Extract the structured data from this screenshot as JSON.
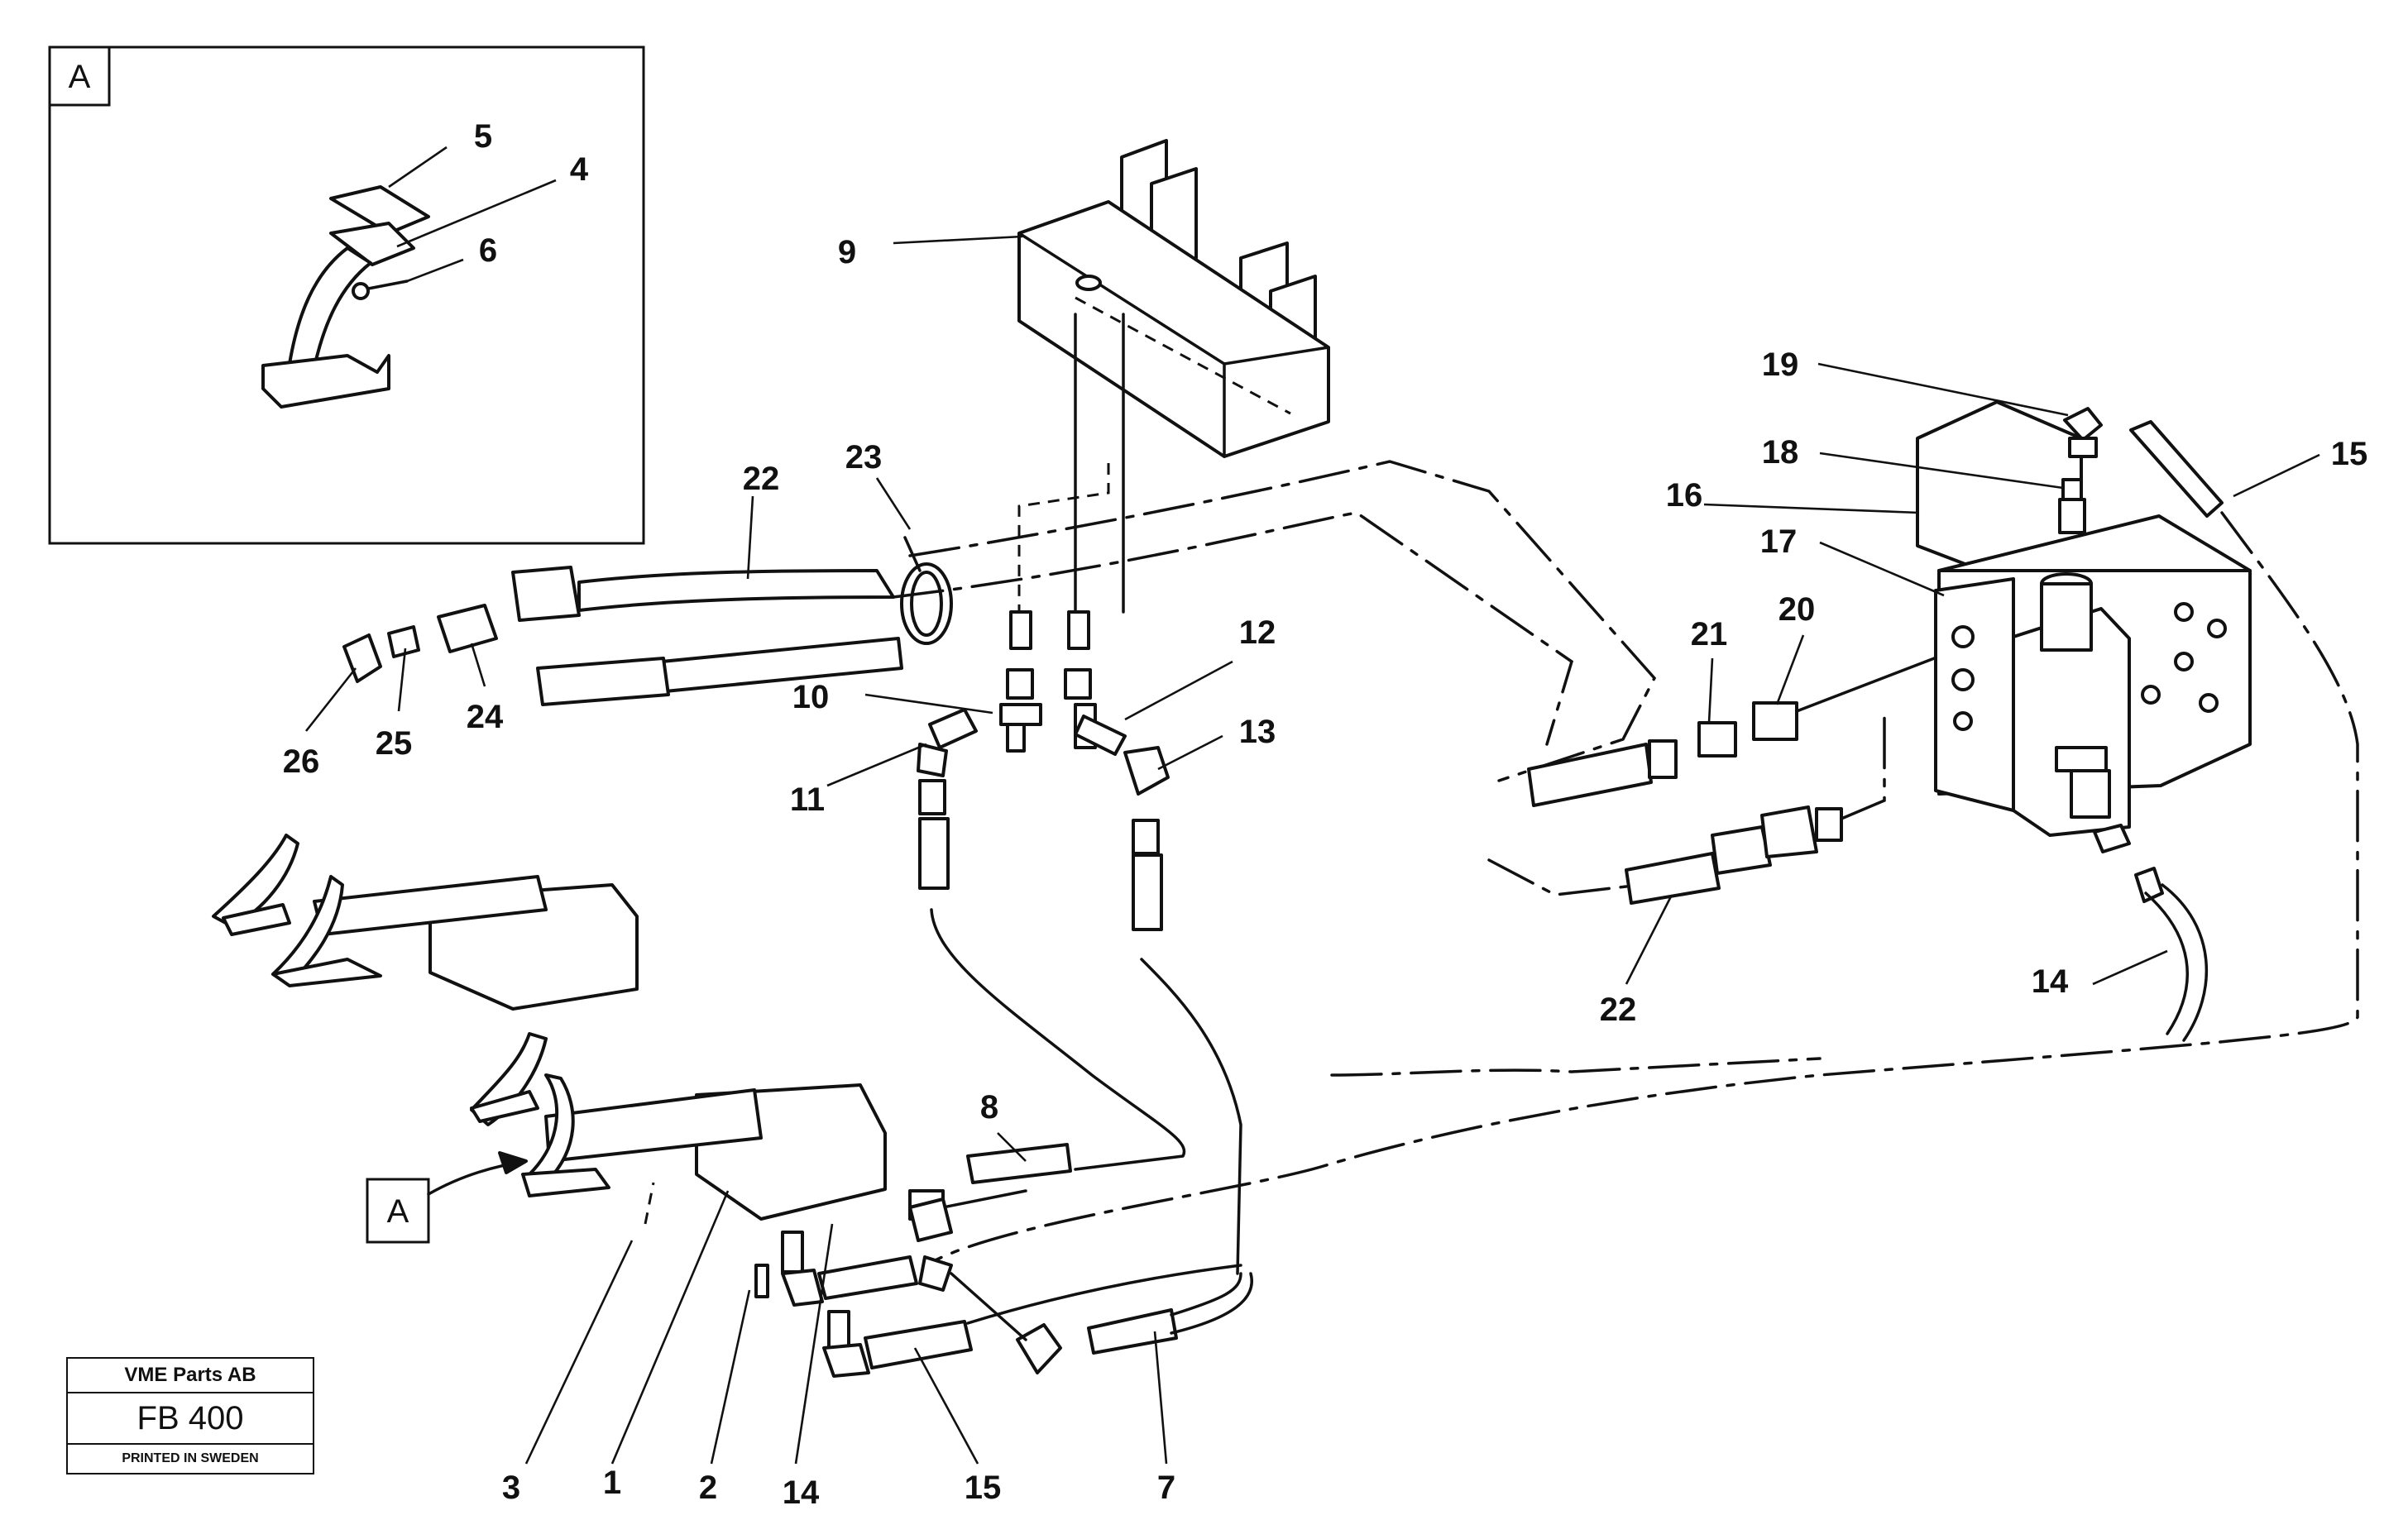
{
  "detail": {
    "tag": "A",
    "callout": "A"
  },
  "labels": {
    "l1": "1",
    "l2": "2",
    "l3": "3",
    "l4": "4",
    "l5": "5",
    "l6": "6",
    "l7": "7",
    "l8": "8",
    "l9": "9",
    "l10": "10",
    "l11": "11",
    "l12": "12",
    "l13": "13",
    "l14a": "14",
    "l14b": "14",
    "l15a": "15",
    "l15b": "15",
    "l16": "16",
    "l17": "17",
    "l18": "18",
    "l19": "19",
    "l20": "20",
    "l21": "21",
    "l22a": "22",
    "l22b": "22",
    "l23": "23",
    "l24": "24",
    "l25": "25",
    "l26": "26"
  },
  "title_block": {
    "company": "VME Parts AB",
    "code": "FB 400",
    "printed": "PRINTED IN SWEDEN"
  }
}
